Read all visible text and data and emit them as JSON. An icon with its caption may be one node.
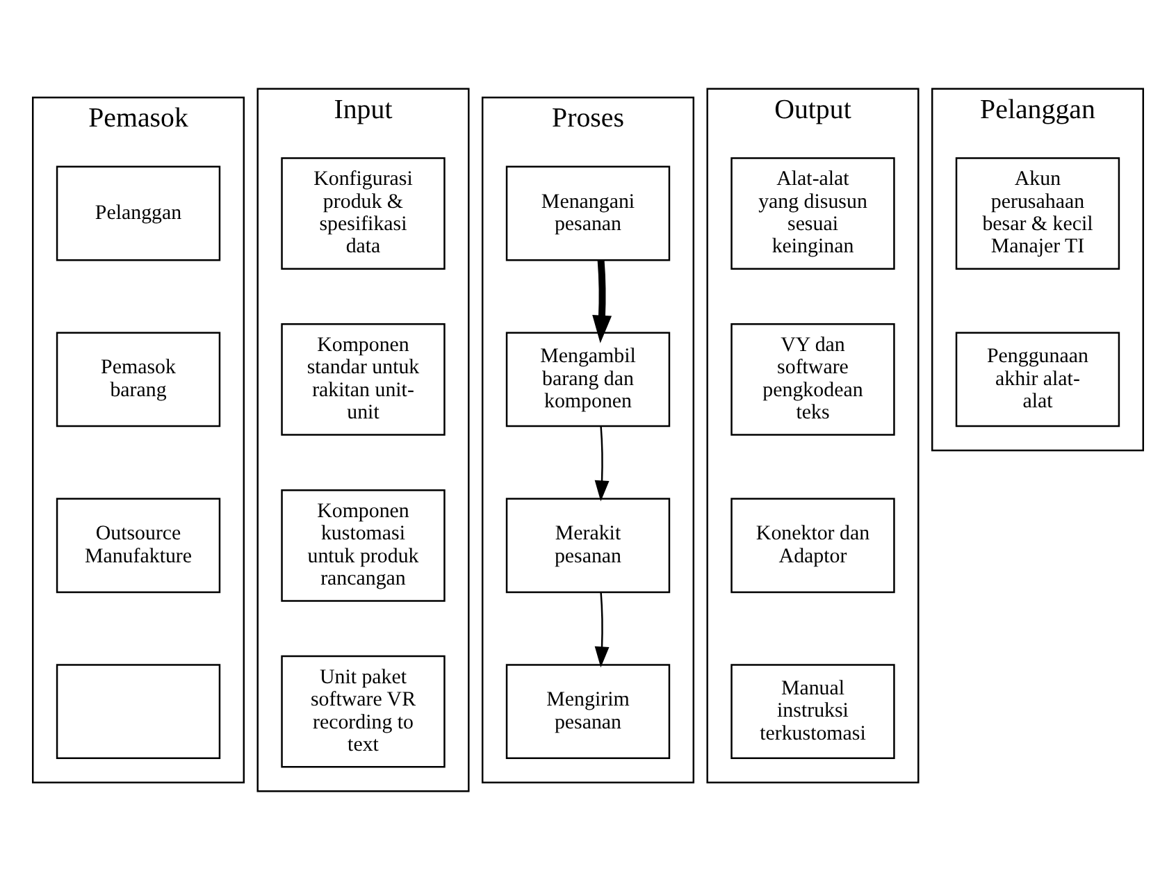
{
  "diagram": {
    "nodes": [
      {
        "text": [
          "Pemasok"
        ]
      },
      {
        "text": [
          "Pelanggan"
        ],
        "in": 0
      },
      {
        "text": [
          "Pemasok barang"
        ],
        "in": 0
      },
      {
        "text": [
          "Outsource Manufakture"
        ],
        "in": 0
      },
      {
        "text": [],
        "shape": "box",
        "in": 0
      },
      {
        "text": [
          "Input"
        ]
      },
      {
        "text": [
          "Konfigurasi produk & spesifikasi data"
        ],
        "in": 5
      },
      {
        "text": [
          "Komponen standar untuk rakitan unit-unit"
        ],
        "in": 5
      },
      {
        "text": [
          "Komponen kustomasi untuk produk rancangan"
        ],
        "in": 5
      },
      {
        "text": [
          "Unit paket software VR recording to text"
        ],
        "in": 5
      },
      {
        "text": [
          "Proses"
        ]
      },
      {
        "text": [
          "Menangani pesanan"
        ],
        "in": 10
      },
      {
        "text": [
          "Mengambil barang dan komponen"
        ],
        "in": 10
      },
      {
        "text": [
          "Merakit pesanan"
        ],
        "in": 10
      },
      {
        "text": [
          "Mengirim pesanan"
        ],
        "in": 10
      },
      {
        "text": [
          "Output"
        ]
      },
      {
        "text": [
          "Alat-alat yang disusun sesuai keinginan"
        ],
        "in": 15
      },
      {
        "text": [
          "VY dan software pengkodean teks"
        ],
        "in": 15
      },
      {
        "text": [
          "Konektor dan Adaptor"
        ],
        "in": 15
      },
      {
        "text": [
          "Manual instruksi terkustomasi"
        ],
        "in": 15
      },
      {
        "text": [
          "Pelanggan"
        ]
      },
      {
        "text": [
          "Akun perusahaan besar & kecil Manajer TI"
        ],
        "in": 20
      },
      {
        "text": [
          "Penggunaan akhir alat-alat"
        ],
        "in": 20
      }
    ],
    "edges": [
      {
        "from": 11,
        "to": 12,
        "arrow": "to",
        "style": "thick"
      },
      {
        "from": 12,
        "to": 13,
        "arrow": "to"
      },
      {
        "from": 13,
        "to": 14,
        "arrow": "to"
      }
    ]
  }
}
